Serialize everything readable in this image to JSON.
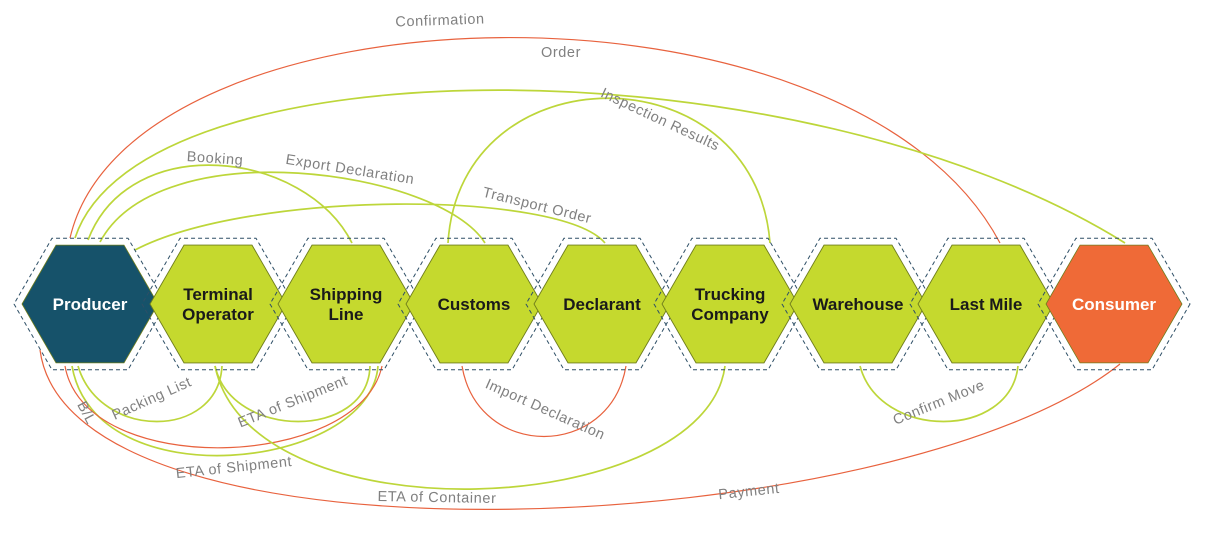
{
  "colors": {
    "green": "#c5d92e",
    "producer": "#16526a",
    "consumer": "#ef6a37",
    "green_line": "#bdd63a",
    "red_line": "#e8623e",
    "dash": "#2e4f66",
    "label": "#808080"
  },
  "nodes": [
    {
      "id": "producer",
      "lines": [
        "Producer"
      ]
    },
    {
      "id": "terminal-operator",
      "lines": [
        "Terminal",
        "Operator"
      ]
    },
    {
      "id": "shipping-line",
      "lines": [
        "Shipping",
        "Line"
      ]
    },
    {
      "id": "customs",
      "lines": [
        "Customs"
      ]
    },
    {
      "id": "declarant",
      "lines": [
        "Declarant"
      ]
    },
    {
      "id": "trucking-company",
      "lines": [
        "Trucking",
        "Company"
      ]
    },
    {
      "id": "warehouse",
      "lines": [
        "Warehouse"
      ]
    },
    {
      "id": "last-mile",
      "lines": [
        "Last Mile"
      ]
    },
    {
      "id": "consumer",
      "lines": [
        "Consumer"
      ]
    }
  ],
  "edges": [
    {
      "id": "confirmation",
      "label": "Confirmation",
      "from": "last-mile",
      "to": "producer"
    },
    {
      "id": "order",
      "label": "Order",
      "from": "consumer",
      "to": "producer"
    },
    {
      "id": "booking",
      "label": "Booking",
      "from": "producer",
      "to": "shipping-line"
    },
    {
      "id": "export-declaration",
      "label": "Export Declaration",
      "from": "producer",
      "to": "customs"
    },
    {
      "id": "transport-order",
      "label": "Transport Order",
      "from": "producer",
      "to": "declarant"
    },
    {
      "id": "inspection-results",
      "label": "Inspection Results",
      "from": "customs",
      "to": "trucking-company"
    },
    {
      "id": "packing-list",
      "label": "Packing List",
      "from": "producer",
      "to": "terminal-operator"
    },
    {
      "id": "eta-of-shipment-1",
      "label": "ETA of Shipment",
      "from": "terminal-operator",
      "to": "shipping-line"
    },
    {
      "id": "eta-of-shipment-2",
      "label": "ETA of Shipment",
      "from": "shipping-line",
      "to": "producer"
    },
    {
      "id": "bl",
      "label": "B/L",
      "from": "shipping-line",
      "to": "producer"
    },
    {
      "id": "import-declaration",
      "label": "Import Declaration",
      "from": "customs",
      "to": "declarant"
    },
    {
      "id": "eta-of-container",
      "label": "ETA of Container",
      "from": "trucking-company",
      "to": "terminal-operator"
    },
    {
      "id": "confirm-move",
      "label": "Confirm Move",
      "from": "warehouse",
      "to": "last-mile"
    },
    {
      "id": "payment",
      "label": "Payment",
      "from": "consumer",
      "to": "producer"
    }
  ]
}
